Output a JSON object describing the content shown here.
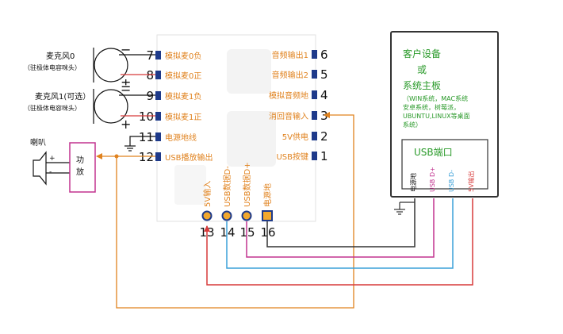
{
  "colors": {
    "orange": "#e0821e",
    "red": "#d73a3a",
    "magenta": "#c2338f",
    "blue": "#3aa0d8",
    "dark": "#333333",
    "green": "#2a9a2a",
    "pin": "#1e3a8a"
  },
  "mic0": {
    "name": "麦克风0",
    "sub": "（驻极体电容咪头）",
    "minus": "−",
    "plus": "±"
  },
  "mic1": {
    "name": "麦克风1(可选）",
    "sub": "（驻极体电容咪头）",
    "minus": "−",
    "plus": "+"
  },
  "speaker": {
    "name": "喇叭",
    "plus": "+",
    "minus": "-"
  },
  "amp": {
    "line1": "功",
    "line2": "放"
  },
  "module": {
    "left_pins": [
      {
        "num": "7",
        "label": "模拟麦0负"
      },
      {
        "num": "8",
        "label": "模拟麦0正"
      },
      {
        "num": "9",
        "label": "模拟麦1负"
      },
      {
        "num": "10",
        "label": "模拟麦1正"
      },
      {
        "num": "11",
        "label": "电源地线"
      },
      {
        "num": "12",
        "label": "USB播放输出"
      }
    ],
    "right_pins": [
      {
        "num": "6",
        "label": "音频输出1"
      },
      {
        "num": "5",
        "label": "音频输出2"
      },
      {
        "num": "4",
        "label": "模拟音频地"
      },
      {
        "num": "3",
        "label": "消回音输入"
      },
      {
        "num": "2",
        "label": "5V供电"
      },
      {
        "num": "1",
        "label": "USB按键"
      }
    ],
    "bottom_pins": [
      {
        "num": "13",
        "label": "5V输入"
      },
      {
        "num": "14",
        "label": "USB数据D-"
      },
      {
        "num": "15",
        "label": "USB数据D+"
      },
      {
        "num": "16",
        "label": "电源地"
      }
    ]
  },
  "host": {
    "title1": "客户设备",
    "title2": "或",
    "title3": "系统主板",
    "desc1": "（WIN系统，MAC系统",
    "desc2": "安卓系统，树莓派，",
    "desc3": "UBUNTU,LINUX等桌面",
    "desc4": "系统）",
    "usb_title": "USB端口",
    "usb_pins": [
      "电源地",
      "USB D+",
      "USB D-",
      "5V输出"
    ]
  }
}
